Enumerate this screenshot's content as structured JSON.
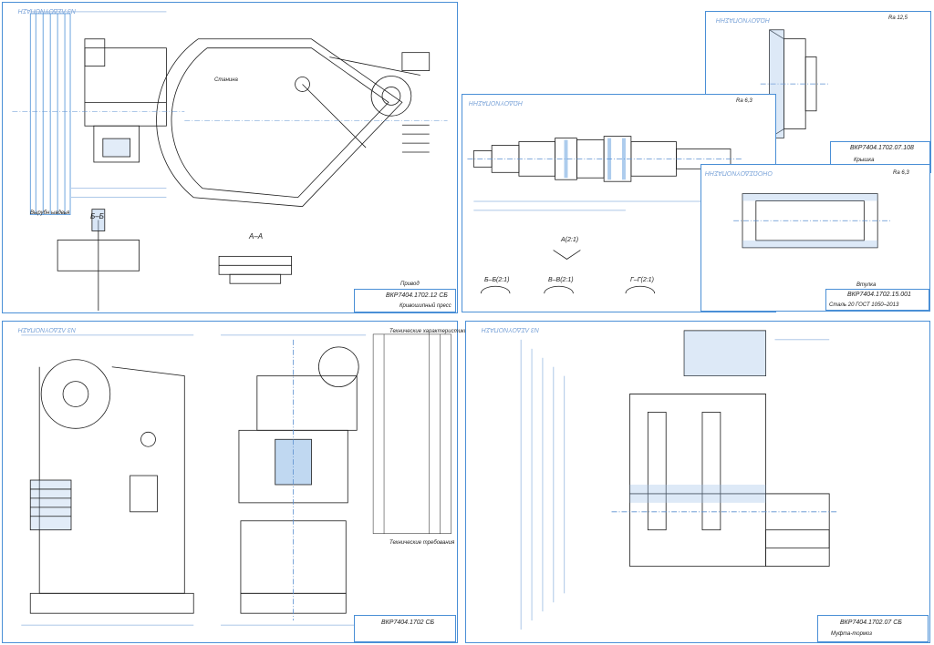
{
  "sheets": {
    "assembly_top": {
      "stamp": "Ν3 ΛΣΔΟΥΝΟΠΑΣΗ",
      "code": "ВКР7404.1702.12 СБ",
      "labels": [
        "Вырубн ывдвья",
        "Станина",
        "Привод",
        "Кривошипный пресс"
      ],
      "sections": [
        "Б–Б",
        "А–А"
      ]
    },
    "shaft_top": {
      "stamp": "ΗΩΔΟΥΝΟΠΑΣΗΗ",
      "code": "ВКР7404.1702.07.108",
      "roughness": "Ra 12,5",
      "title": "Крышка"
    },
    "shaft_main": {
      "stamp": "ΗΩΔΟΥΝΟΠΑΣΗΗ",
      "roughness": "Ra 6,3",
      "sections": [
        "А(2:1)",
        "Б–Б(2:1)",
        "В–В(2:1)",
        "Г–Г(2:1)"
      ]
    },
    "sleeve": {
      "stamp": "ΟΗΟΩΣΔΟΥΝΟΠΑΣΗΗ",
      "code": "ВКР7404.1702.15.001",
      "roughness": "Ra 6,3",
      "title": "Втулка",
      "material": "Сталь 20 ГОСТ 1050–2013"
    },
    "general_view": {
      "stamp": "Ν3 ΛΣΔΟΥΝΟΠΑΣΗ",
      "code": "ВКР7404.1702 СБ",
      "table_title": "Технические характеристики",
      "tech_title": "Технические требования"
    },
    "section_view": {
      "stamp": "Ν3 ΛΣΔΟΥΝΟΠΑΣΗ",
      "code": "ВКР7404.1702.07 СБ",
      "title": "Муфта-тормоз"
    }
  },
  "colors": {
    "line": "#1a1a1a",
    "frame": "#4a8fd6",
    "dim": "#5b8fd0"
  }
}
